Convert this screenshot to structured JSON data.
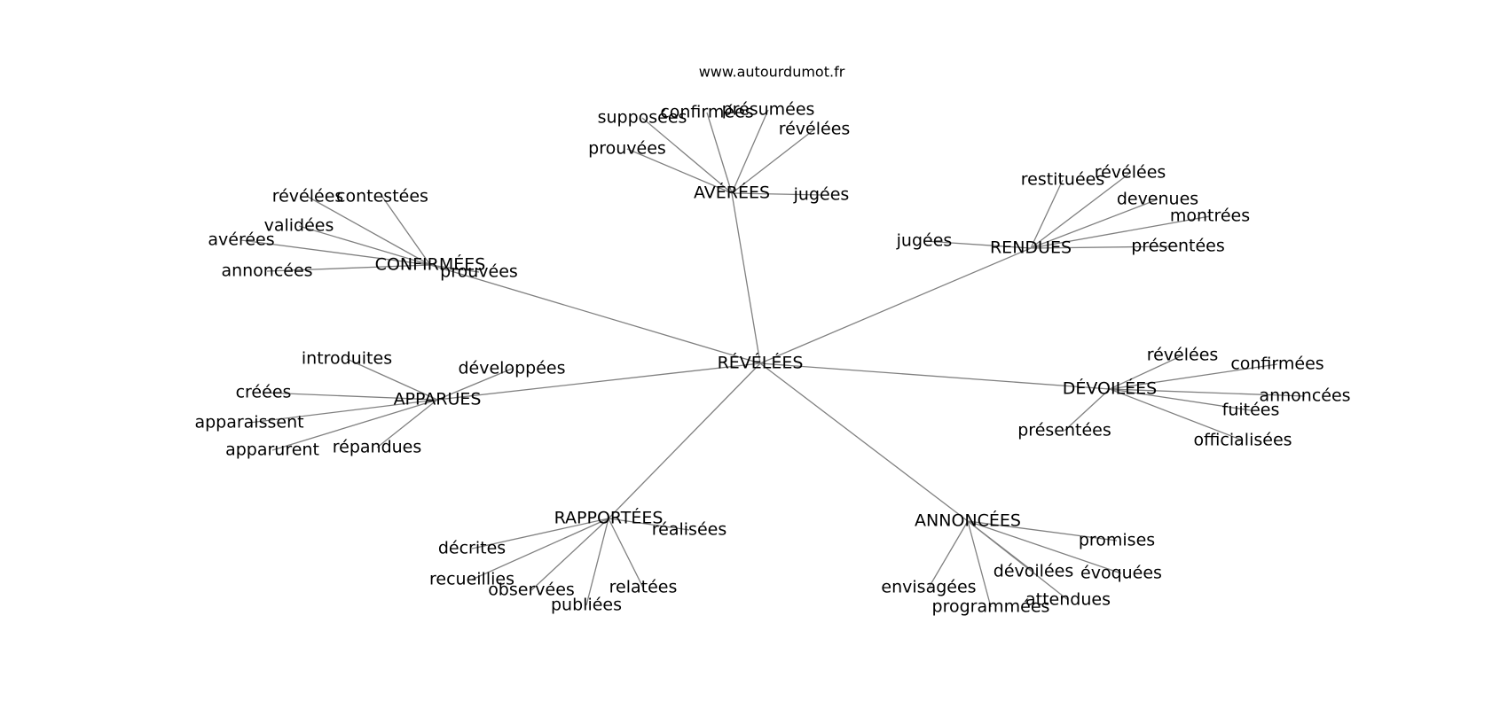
{
  "site": "www.autourdumot.fr",
  "graph": {
    "center": {
      "id": "revelees",
      "label": "RÉVÉLÉES"
    },
    "hubs": [
      {
        "id": "averees",
        "label": "AVÉRÉES",
        "leaves": [
          "supposées",
          "confirmées",
          "présumées",
          "révélées",
          "prouvées",
          "jugées"
        ]
      },
      {
        "id": "confirmees",
        "label": "CONFIRMÉES",
        "leaves": [
          "révélées",
          "contestées",
          "validées",
          "avérées",
          "annoncées",
          "prouvées"
        ]
      },
      {
        "id": "rendues",
        "label": "RENDUES",
        "leaves": [
          "restituées",
          "révélées",
          "devenues",
          "montrées",
          "jugées",
          "présentées"
        ]
      },
      {
        "id": "apparues",
        "label": "APPARUES",
        "leaves": [
          "introduites",
          "développées",
          "créées",
          "apparaissent",
          "apparurent",
          "répandues"
        ]
      },
      {
        "id": "devoilees",
        "label": "DÉVOILÉES",
        "leaves": [
          "révélées",
          "confirmées",
          "annoncées",
          "fuitées",
          "présentées",
          "officialisées"
        ]
      },
      {
        "id": "rapportees",
        "label": "RAPPORTÉES",
        "leaves": [
          "réalisées",
          "décrites",
          "recueillies",
          "observées",
          "publiées",
          "relatées"
        ]
      },
      {
        "id": "annoncees",
        "label": "ANNONCÉES",
        "leaves": [
          "promises",
          "dévoilées",
          "évoquées",
          "envisagées",
          "programmées",
          "attendues"
        ]
      }
    ]
  }
}
